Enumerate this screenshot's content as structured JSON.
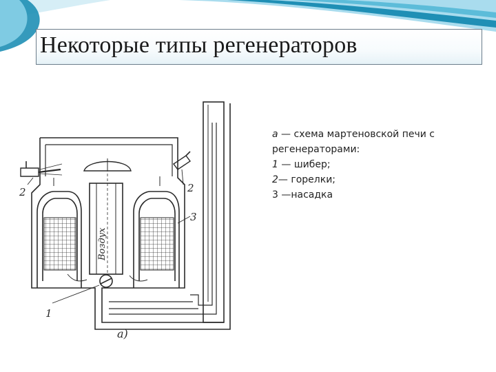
{
  "slide": {
    "title": "Некоторые типы регенераторов"
  },
  "diagram": {
    "labels": {
      "air": "Воздух",
      "num1": "1",
      "num2_left": "2",
      "num2_right": "2",
      "num3": "3",
      "figure_letter": "а)"
    }
  },
  "caption": {
    "line1_key": "а",
    "line1_text": " — схема мартеновской печи с",
    "line2_text": "регенераторами:",
    "line3_key": "1",
    "line3_text": " — шибер;",
    "line4_key": "2",
    "line4_text": "— горелки;",
    "line5_key": "3",
    "line5_text": " —насадка"
  },
  "colors": {
    "swoosh_dark": "#1f8fb5",
    "swoosh_light": "#a9dcee",
    "line": "#2a2a2a"
  }
}
